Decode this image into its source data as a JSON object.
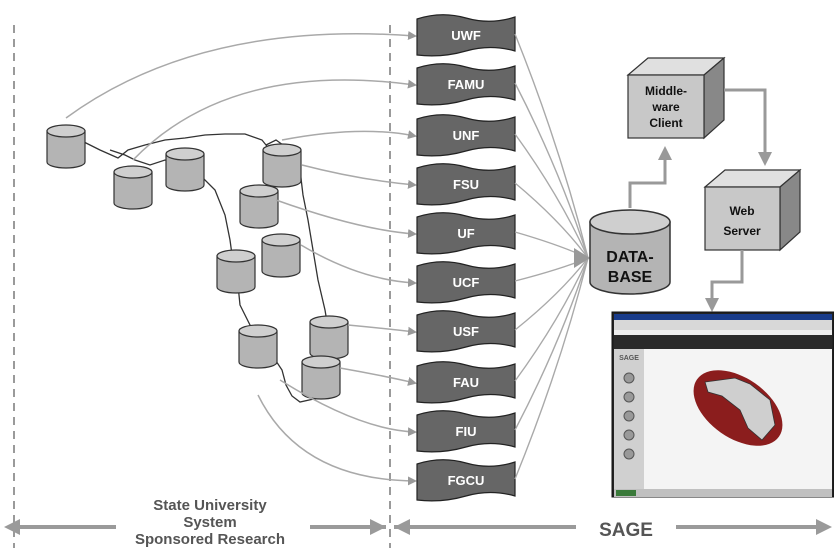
{
  "universities": [
    "UWF",
    "FAMU",
    "UNF",
    "FSU",
    "UF",
    "UCF",
    "USF",
    "FAU",
    "FIU",
    "FGCU"
  ],
  "database": {
    "line1": "DATA-",
    "line2": "BASE"
  },
  "middleware": {
    "line1": "Middle-",
    "line2": "ware",
    "line3": "Client"
  },
  "webserver": {
    "line1": "Web",
    "line2": "Server"
  },
  "captions": {
    "left_line1": "State University",
    "left_line2": "System",
    "left_line3": "Sponsored Research",
    "right": "SAGE"
  },
  "colors": {
    "banner": "#666666",
    "cylinder_body": "#b4b4b4",
    "cylinder_top": "#cfcfcf",
    "arrow": "#a9a9a9",
    "cube_front": "#c8c8c8",
    "cube_top": "#e0e0e0",
    "cube_side": "#888888",
    "oval": "#8b1d1d"
  },
  "screenshot": {
    "brand": "SAGE"
  }
}
